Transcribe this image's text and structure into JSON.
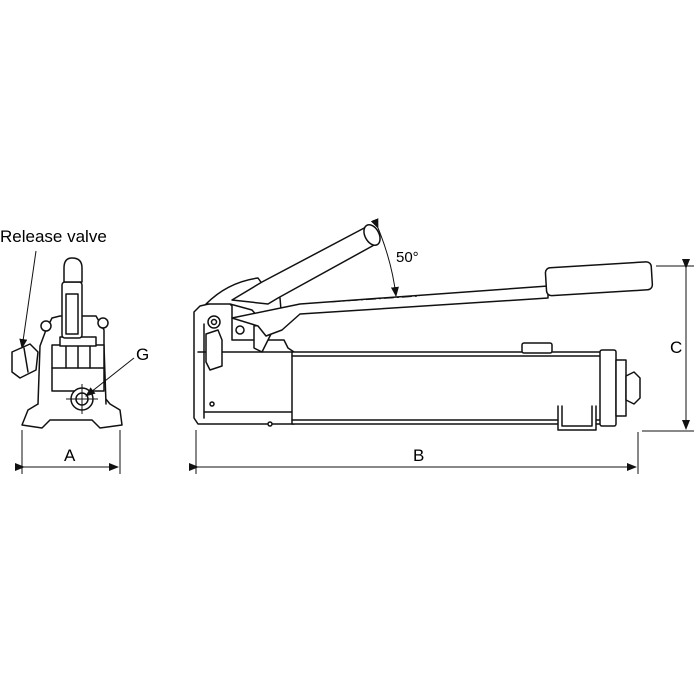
{
  "labels": {
    "release_valve": "Release valve",
    "g": "G",
    "a": "A",
    "b": "B",
    "c": "C",
    "angle": "50°"
  }
}
